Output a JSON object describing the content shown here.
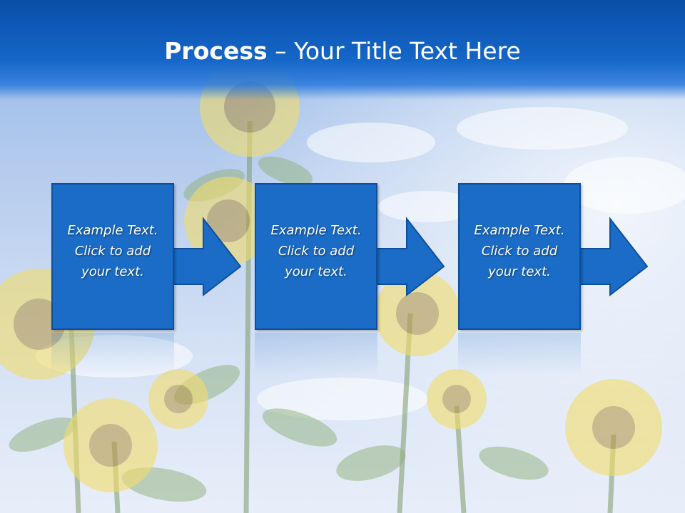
{
  "slide": {
    "title_bold": "Process",
    "title_rest": " – Your Title Text Here"
  },
  "steps": [
    {
      "lines": [
        "Example Text.",
        "Click to add",
        "your text."
      ]
    },
    {
      "lines": [
        "Example Text.",
        "Click to add",
        "your text."
      ]
    },
    {
      "lines": [
        "Example Text.",
        "Click to add",
        "your text."
      ]
    }
  ],
  "colors": {
    "title_bar": "#1466c8",
    "step_fill": "#1a6cc6",
    "step_border": "#0d4f9e",
    "text": "#ffffff"
  },
  "background": {
    "theme": "sunflowers-sky"
  }
}
